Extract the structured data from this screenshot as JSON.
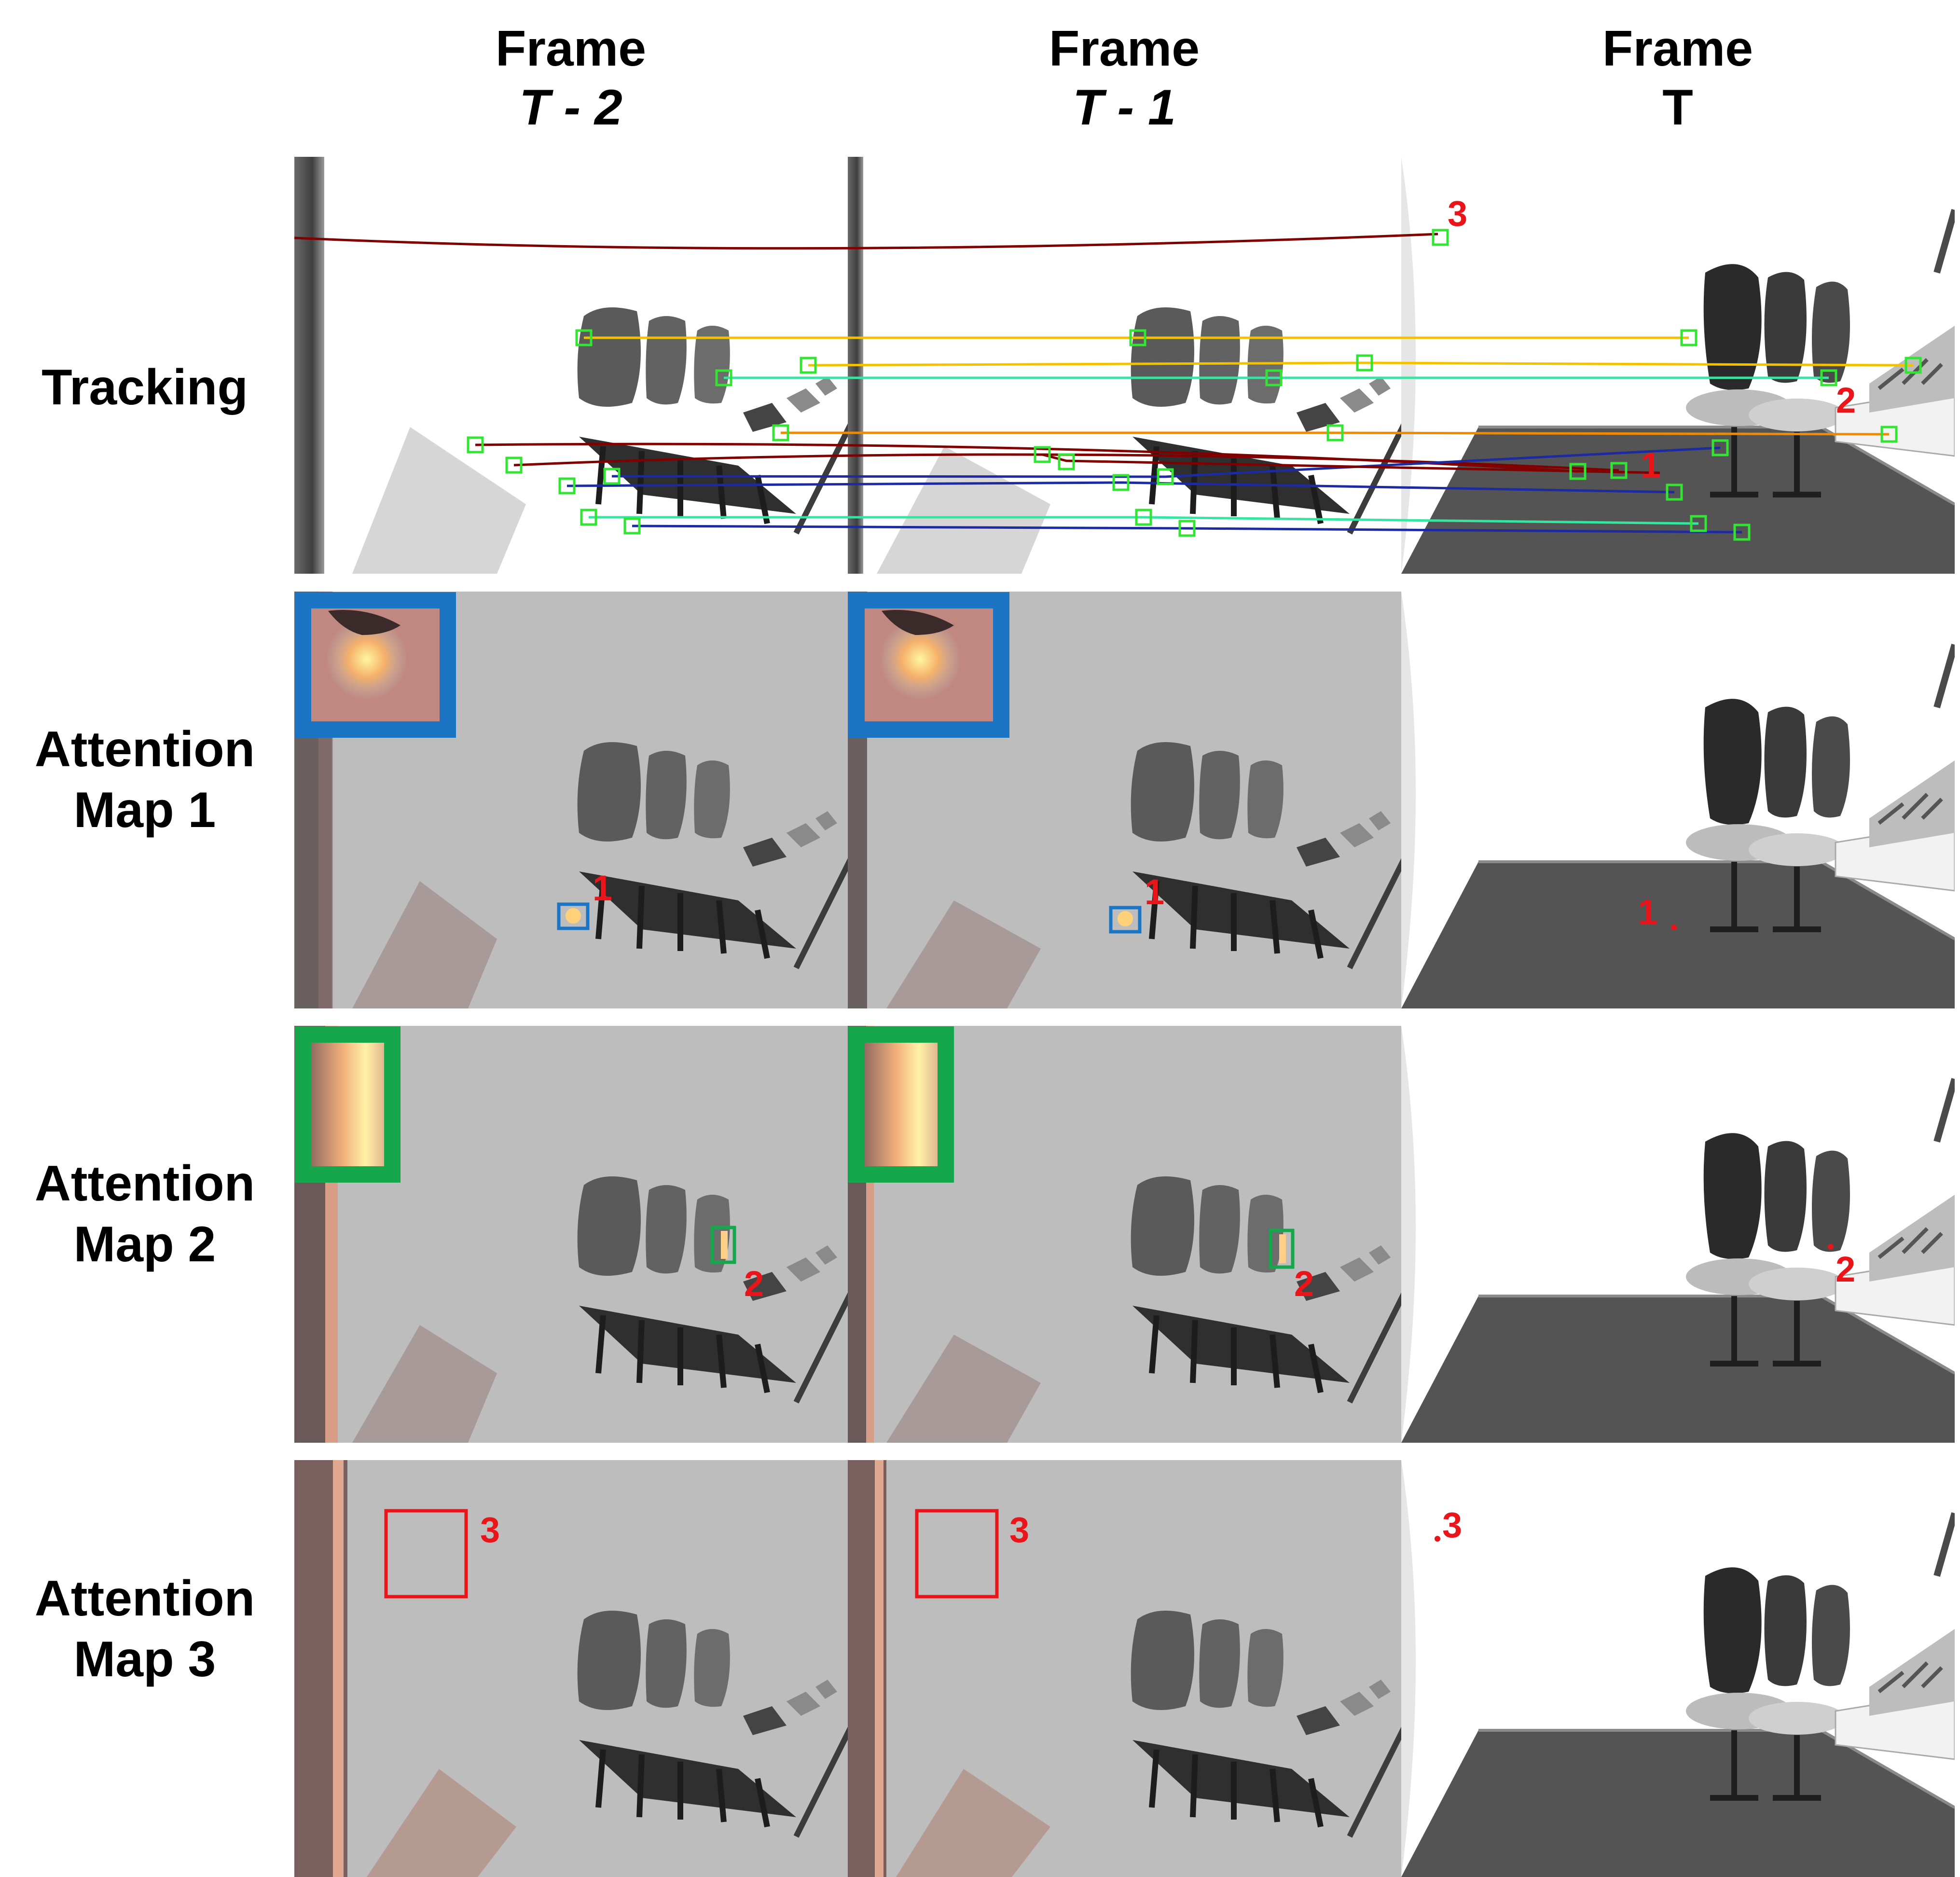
{
  "columns": [
    {
      "title": "Frame",
      "subtitle": "T - 2"
    },
    {
      "title": "Frame",
      "subtitle": "T - 1"
    },
    {
      "title": "Frame",
      "subtitle": "T"
    }
  ],
  "rows": [
    {
      "label_line1": "Tracking",
      "label_line2": ""
    },
    {
      "label_line1": "Attention",
      "label_line2": "Map 1"
    },
    {
      "label_line1": "Attention",
      "label_line2": "Map 2"
    },
    {
      "label_line1": "Attention",
      "label_line2": "Map 3"
    }
  ],
  "markers": {
    "one": "1",
    "two": "2",
    "three": "3"
  },
  "colors": {
    "label_red": "#e8161b",
    "feature_box_green": "#33e533",
    "highlight_blue": "#1b75c4",
    "highlight_green": "#16a64c",
    "highlight_red": "#e8161b",
    "attention_gray": "#bdbdbd"
  }
}
